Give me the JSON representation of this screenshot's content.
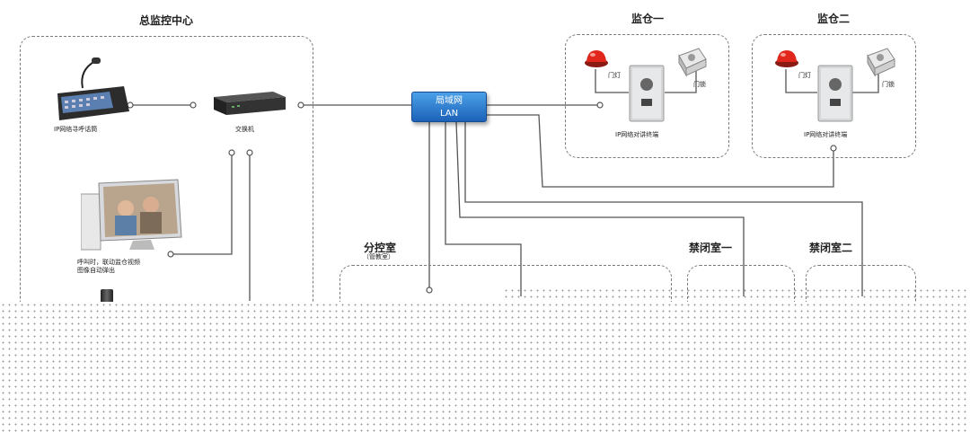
{
  "center": {
    "title": "总监控中心",
    "console_label": "IP网络寻呼话筒",
    "switch_label": "交换机",
    "monitor_label": "呼叫时，联动监仓视频\n图像自动弹出"
  },
  "lan": {
    "line1": "局域网",
    "line2": "LAN"
  },
  "cell1": {
    "title": "监仓一",
    "lamp_label": "门灯",
    "lock_label": "门锁",
    "terminal_label": "IP网络对讲终端"
  },
  "cell2": {
    "title": "监仓二",
    "lamp_label": "门灯",
    "lock_label": "门锁",
    "terminal_label": "IP网络对讲终端"
  },
  "branch": {
    "title": "分控室",
    "subtitle": "（管教室）"
  },
  "conf1": {
    "title": "禁闭室一"
  },
  "conf2": {
    "title": "禁闭室二"
  },
  "colors": {
    "lan_top": "#4ba0e8",
    "lan_bottom": "#1c62b8",
    "alarm_red": "#d9231b",
    "line": "#555555"
  }
}
